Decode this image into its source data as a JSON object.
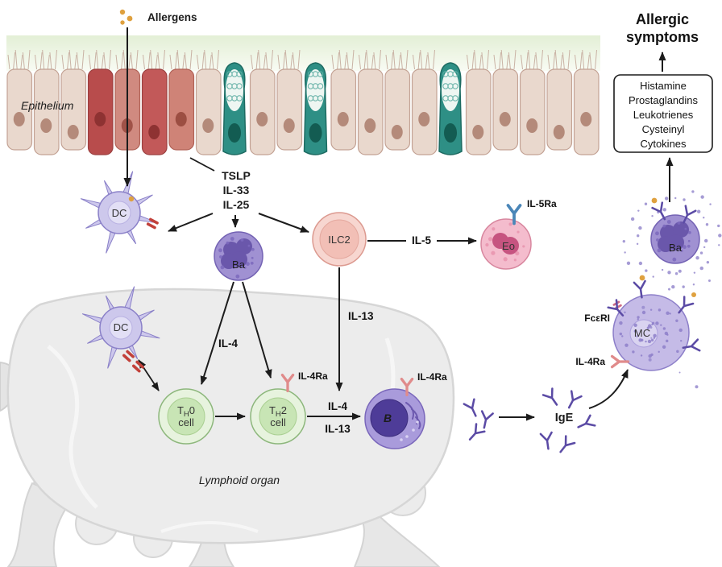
{
  "allergens": {
    "label": "Allergens"
  },
  "epithelium": {
    "label": "Epithelium"
  },
  "alarmins": {
    "tslp": "TSLP",
    "il33": "IL-33",
    "il25": "IL-25"
  },
  "cells": {
    "dc_top": "DC",
    "dc_lymphoid": "DC",
    "ba": "Ba",
    "ba_activated": "Ba",
    "ilc2": "ILC2",
    "eo": "Eo",
    "mc": "MC",
    "b": "B",
    "th0": {
      "t": "T",
      "sub": "H",
      "num": "0",
      "line2": "cell"
    },
    "th2": {
      "t": "T",
      "sub": "H",
      "num": "2",
      "line2": "cell"
    }
  },
  "cytokines": {
    "il5": "IL-5",
    "il4_from_ba": "IL-4",
    "il13_from_ilc2": "IL-13",
    "il4_th2_to_b": "IL-4",
    "il13_th2_to_b": "IL-13"
  },
  "receptors": {
    "il5ra": "IL-5Ra",
    "il4ra_th2": "IL-4Ra",
    "il4ra_b": "IL-4Ra",
    "il4ra_mc": "IL-4Ra",
    "fceri": "FcεRI"
  },
  "ige_label": "IgE",
  "lymphoid_organ_label": "Lymphoid organ",
  "mediator_box": {
    "items": [
      "Histamine",
      "Prostaglandins",
      "Leukotrienes",
      "Cysteinyl",
      "Cytokines"
    ]
  },
  "allergic_symptoms": {
    "line1": "Allergic",
    "line2": "symptoms"
  },
  "colors": {
    "accent_orange": "#dfa13f",
    "antibody_purple": "#5b4ba5",
    "receptor_pink": "#e08b8b",
    "receptor_blue": "#4a86b8"
  }
}
